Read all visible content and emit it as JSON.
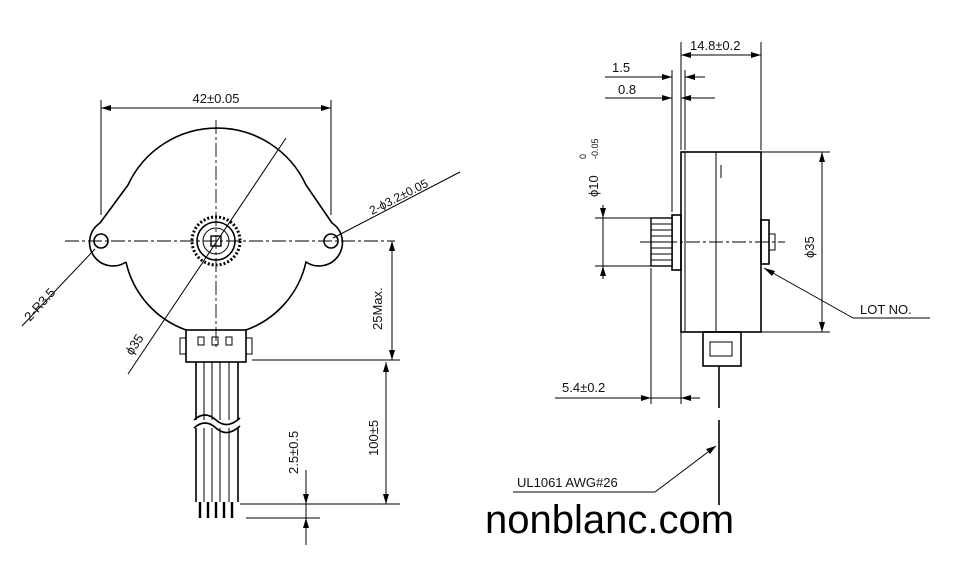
{
  "front_view": {
    "width_dim": "42±0.05",
    "mount_holes_dim": "2-ϕ3.2±0.05",
    "ear_radius_dim": "2-R3.5",
    "body_dia_dim": "ϕ35",
    "height_dim": "25Max.",
    "lead_length_dim": "100±5",
    "strip_length_dim": "2.5±0.5"
  },
  "side_view": {
    "depth_dim": "14.8±0.2",
    "flange_dim": "1.5",
    "plate_dim": "0.8",
    "shaft_dim": "ϕ10",
    "shaft_tol_upper": "0",
    "shaft_tol_lower": "-0.05",
    "body_dia_dim": "ϕ35",
    "lot_label": "LOT NO.",
    "gear_dim": "5.4±0.2",
    "wire_label": "UL1061 AWG#26"
  },
  "watermark": "nonblanc.com"
}
